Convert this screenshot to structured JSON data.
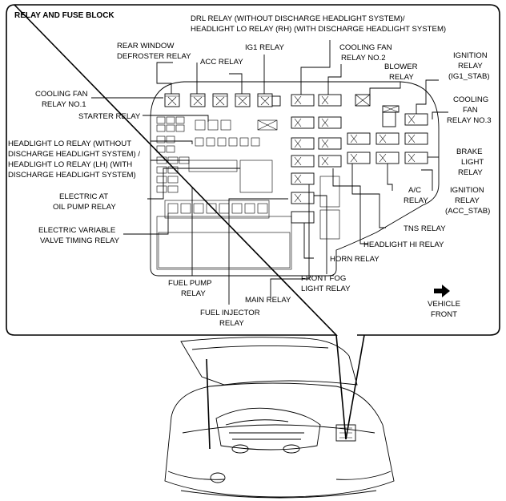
{
  "title": "RELAY AND FUSE BLOCK",
  "labels": {
    "drl_relay": [
      "DRL RELAY (WITHOUT DISCHARGE HEADLIGHT SYSTEM)/",
      "HEADLIGHT LO RELAY (RH) (WITH DISCHARGE HEADLIGHT SYSTEM)"
    ],
    "rear_window": [
      "REAR WINDOW",
      "DEFROSTER RELAY"
    ],
    "ig1_relay": [
      "IG1 RELAY"
    ],
    "acc_relay": [
      "ACC RELAY"
    ],
    "cooling_fan_2": [
      "COOLING FAN",
      "RELAY NO.2"
    ],
    "blower_relay": [
      "BLOWER",
      "RELAY"
    ],
    "ignition_ig1": [
      "IGNITION",
      "RELAY",
      "(IG1_STAB)"
    ],
    "cooling_fan_1": [
      "COOLING FAN",
      "RELAY NO.1"
    ],
    "starter_relay": [
      "STARTER RELAY"
    ],
    "cooling_fan_3": [
      "COOLING",
      "FAN",
      "RELAY NO.3"
    ],
    "headlight_lo": [
      "HEADLIGHT LO RELAY (WITHOUT",
      "DISCHARGE HEADLIGHT SYSTEM) /",
      "HEADLIGHT LO RELAY (LH) (WITH",
      "DISCHARGE HEADLIGHT SYSTEM)"
    ],
    "brake_light": [
      "BRAKE",
      "LIGHT",
      "RELAY"
    ],
    "electric_at": [
      "ELECTRIC AT",
      "OIL PUMP RELAY"
    ],
    "ac_relay": [
      "A/C",
      "RELAY"
    ],
    "ignition_acc": [
      "IGNITION",
      "RELAY",
      "(ACC_STAB)"
    ],
    "electric_vvt": [
      "ELECTRIC VARIABLE",
      "VALVE TIMING RELAY"
    ],
    "tns_relay": [
      "TNS RELAY"
    ],
    "headlight_hi": [
      "HEADLIGHT HI RELAY"
    ],
    "horn_relay": [
      "HORN RELAY"
    ],
    "fuel_pump": [
      "FUEL PUMP",
      "RELAY"
    ],
    "front_fog": [
      "FRONT FOG",
      "LIGHT RELAY"
    ],
    "main_relay": [
      "MAIN RELAY"
    ],
    "vehicle_front": [
      "VEHICLE",
      "FRONT"
    ],
    "fuel_injector": [
      "FUEL INJECTOR",
      "RELAY"
    ]
  },
  "icons": {
    "direction": "right-arrow-icon"
  }
}
